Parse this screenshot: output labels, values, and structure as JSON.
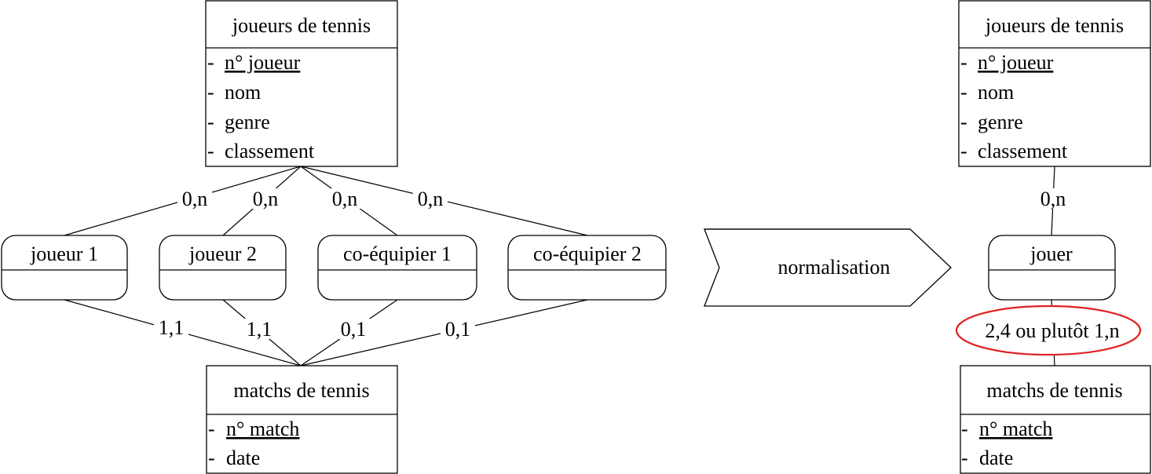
{
  "left": {
    "entity_top": {
      "title": "joueurs de tennis",
      "attributes": [
        "n° joueur",
        "nom",
        "genre",
        "classement"
      ],
      "bullet": "-"
    },
    "relations": [
      "joueur 1",
      "joueur 2",
      "co-équipier 1",
      "co-équipier 2"
    ],
    "cardinalities_top": [
      "0,n",
      "0,n",
      "0,n",
      "0,n"
    ],
    "cardinalities_bottom": [
      "1,1",
      "1,1",
      "0,1",
      "0,1"
    ],
    "entity_bottom": {
      "title": "matchs de tennis",
      "attributes": [
        "n° match",
        "date"
      ],
      "bullet": "-"
    }
  },
  "arrow": {
    "label": "normalisation"
  },
  "right": {
    "entity_top": {
      "title": "joueurs de tennis",
      "attributes": [
        "n° joueur",
        "nom",
        "genre",
        "classement"
      ],
      "bullet": "-"
    },
    "relation": "jouer",
    "cardinality_top": "0,n",
    "cardinality_bottom": "2,4 ou plutôt 1,n",
    "entity_bottom": {
      "title": "matchs de tennis",
      "attributes": [
        "n° match",
        "date"
      ],
      "bullet": "-"
    }
  },
  "colors": {
    "highlight_ellipse": "#e02020",
    "line": "#000000"
  }
}
